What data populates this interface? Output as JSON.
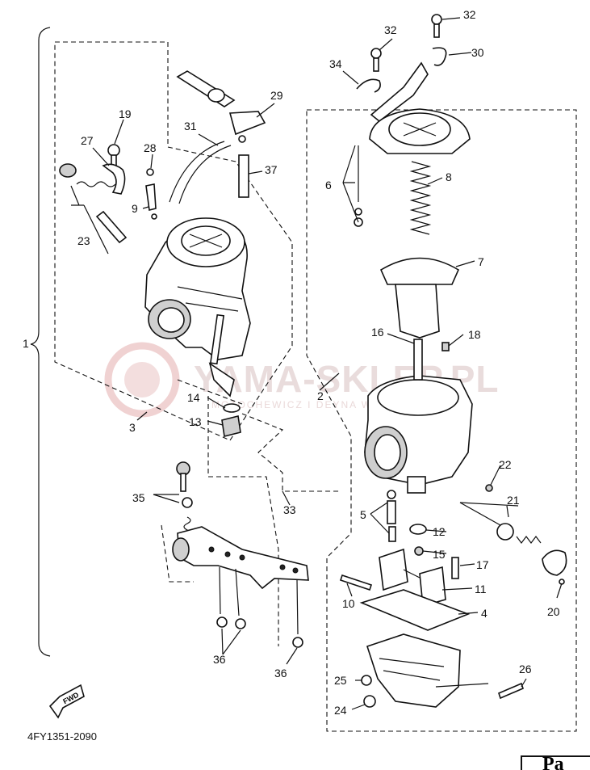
{
  "diagram": {
    "code": "4FY1351-2090",
    "fwd_label": "FWD",
    "corner_text": "Pa",
    "watermark": {
      "brand": "YAMA-SKLEP.PL",
      "sub": "MOTOCHEWICZ I DEYNA W STANIAK"
    },
    "labels": [
      {
        "id": "1",
        "text": "1"
      },
      {
        "id": "2",
        "text": "2"
      },
      {
        "id": "3",
        "text": "3"
      },
      {
        "id": "4",
        "text": "4"
      },
      {
        "id": "5",
        "text": "5"
      },
      {
        "id": "6",
        "text": "6"
      },
      {
        "id": "7",
        "text": "7"
      },
      {
        "id": "8",
        "text": "8"
      },
      {
        "id": "9",
        "text": "9"
      },
      {
        "id": "10",
        "text": "10"
      },
      {
        "id": "11",
        "text": "11"
      },
      {
        "id": "12",
        "text": "12"
      },
      {
        "id": "13",
        "text": "13"
      },
      {
        "id": "14",
        "text": "14"
      },
      {
        "id": "15",
        "text": "15"
      },
      {
        "id": "16",
        "text": "16"
      },
      {
        "id": "17",
        "text": "17"
      },
      {
        "id": "18",
        "text": "18"
      },
      {
        "id": "19",
        "text": "19"
      },
      {
        "id": "20",
        "text": "20"
      },
      {
        "id": "21",
        "text": "21"
      },
      {
        "id": "22",
        "text": "22"
      },
      {
        "id": "23",
        "text": "23"
      },
      {
        "id": "24",
        "text": "24"
      },
      {
        "id": "25",
        "text": "25"
      },
      {
        "id": "26",
        "text": "26"
      },
      {
        "id": "27",
        "text": "27"
      },
      {
        "id": "28",
        "text": "28"
      },
      {
        "id": "29",
        "text": "29"
      },
      {
        "id": "30",
        "text": "30"
      },
      {
        "id": "31",
        "text": "31"
      },
      {
        "id": "32a",
        "text": "32"
      },
      {
        "id": "32b",
        "text": "32"
      },
      {
        "id": "33",
        "text": "33"
      },
      {
        "id": "34",
        "text": "34"
      },
      {
        "id": "35",
        "text": "35"
      },
      {
        "id": "36a",
        "text": "36"
      },
      {
        "id": "36b",
        "text": "36"
      },
      {
        "id": "37",
        "text": "37"
      }
    ]
  }
}
